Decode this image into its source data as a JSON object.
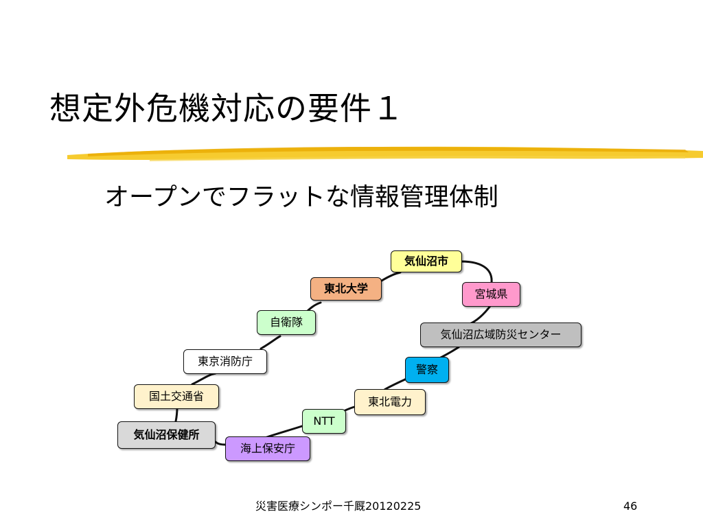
{
  "slide": {
    "title": "想定外危機対応の要件１",
    "subtitle": "オープンでフラットな情報管理体制"
  },
  "diagram": {
    "nodes": {
      "kesennuma_city": {
        "label": "気仙沼市",
        "color": "#ffff99"
      },
      "tohoku_university": {
        "label": "東北大学",
        "color": "#f4b183"
      },
      "miyagi_prefecture": {
        "label": "宮城県",
        "color": "#ff99cc"
      },
      "self_defense_forces": {
        "label": "自衛隊",
        "color": "#ccffcc"
      },
      "kesennuma_disaster_center": {
        "label": "気仙沼広域防災センター",
        "color": "#bfbfbf"
      },
      "tokyo_fire_department": {
        "label": "東京消防庁",
        "color": "#ffffff"
      },
      "police": {
        "label": "警察",
        "color": "#00b0f0"
      },
      "mlit": {
        "label": "国土交通省",
        "color": "#fff2cc"
      },
      "tohoku_electric": {
        "label": "東北電力",
        "color": "#fff2cc"
      },
      "kesennuma_health_center": {
        "label": "気仙沼保健所",
        "color": "#d9d9d9"
      },
      "ntt": {
        "label": "NTT",
        "color": "#ccffcc"
      },
      "coast_guard": {
        "label": "海上保安庁",
        "color": "#cc99ff"
      }
    }
  },
  "footer": {
    "text": "災害医療シンポー千厩20120225",
    "page_number": "46"
  }
}
